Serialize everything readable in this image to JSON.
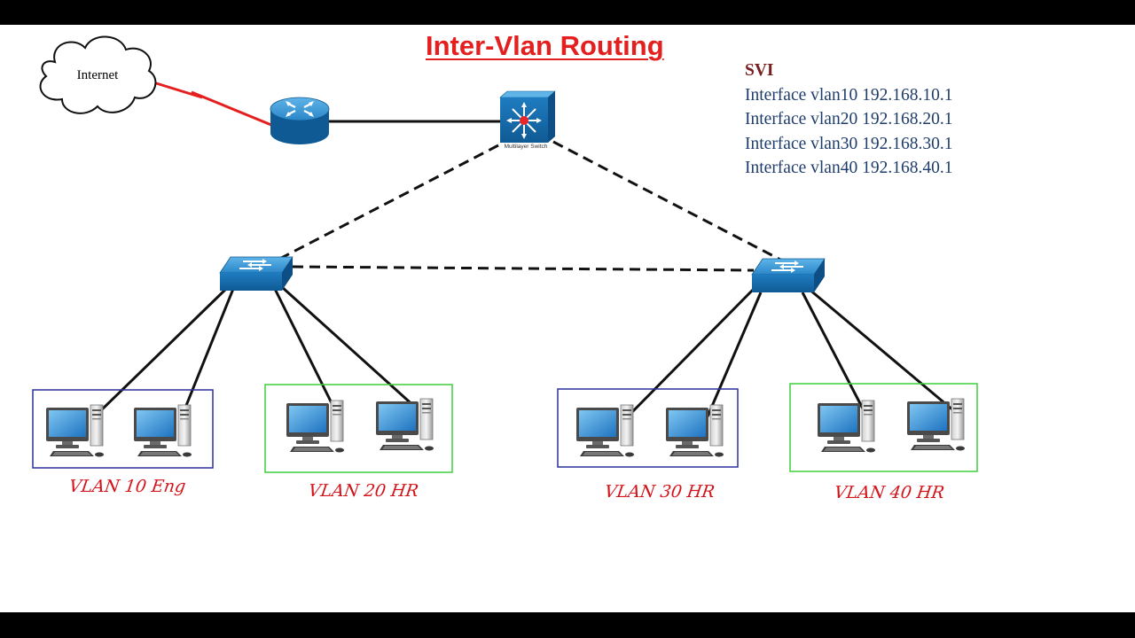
{
  "title": "Inter-Vlan Routing",
  "internet_label": "Internet",
  "multilayer_switch_label": "Multilayer Switch",
  "svi": {
    "heading": "SVI",
    "interfaces": [
      "Interface vlan10 192.168.10.1",
      "Interface vlan20 192.168.20.1",
      "Interface vlan30 192.168.30.1",
      "Interface vlan40 192.168.40.1"
    ]
  },
  "vlans": [
    {
      "label": "VLAN 10 Eng",
      "border_color": "#2b2f9e"
    },
    {
      "label": "VLAN 20 HR",
      "border_color": "#3ccf3c"
    },
    {
      "label": "VLAN 30 HR",
      "border_color": "#2b2f9e"
    },
    {
      "label": "VLAN 40 HR",
      "border_color": "#3ccf3c"
    }
  ],
  "colors": {
    "title": "#e41f1f",
    "wan_link": "#e41f1f",
    "device_blue": "#1b74b5",
    "svi_text": "#1f3d6b"
  }
}
